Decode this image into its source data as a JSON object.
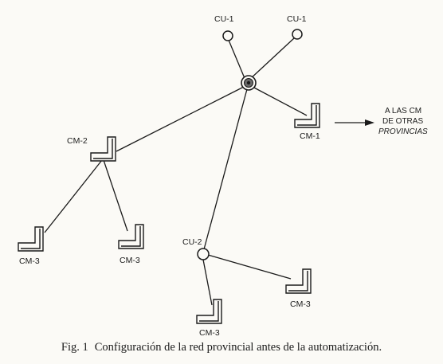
{
  "figure": {
    "cu_top_left": "CU-1",
    "cu_top_right": "CU-1",
    "cu_2": "CU-2",
    "cm_1": "CM-1",
    "cm_2": "CM-2",
    "cm_3_a": "CM-3",
    "cm_3_b": "CM-3",
    "cm_3_c": "CM-3",
    "cm_3_d": "CM-3",
    "note_line1": "A LAS CM",
    "note_line2": "DE OTRAS",
    "note_line3": "PROVINCIAS"
  },
  "caption": {
    "number": "Fig. 1",
    "text": "Configuración de la red provincial antes de la automatización."
  },
  "colors": {
    "ink": "#1a1a1a",
    "paper": "#fbfaf6"
  }
}
